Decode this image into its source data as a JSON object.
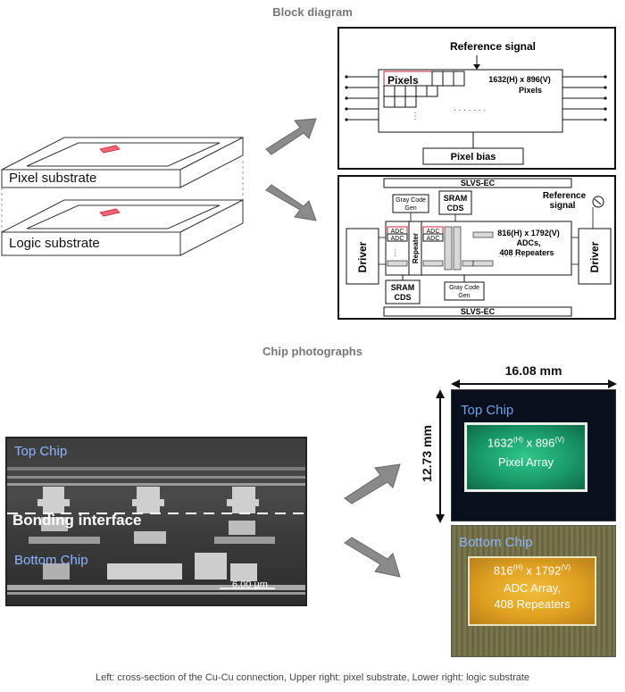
{
  "sections": {
    "block_diagram_title": "Block diagram",
    "chip_photographs_title": "Chip photographs"
  },
  "layers": {
    "pixel_substrate": "Pixel substrate",
    "logic_substrate": "Logic substrate"
  },
  "pixel_block": {
    "reference_signal": "Reference signal",
    "pixels_label": "Pixels",
    "array_size": "1632(H) x 896(V)",
    "array_unit": "Pixels",
    "pixel_bias": "Pixel bias"
  },
  "logic_block": {
    "slvs_top": "SLVS-EC",
    "slvs_bottom": "SLVS-EC",
    "gray_code_gen": "Gray Code\nGen",
    "gray_code_gen_line1": "Gray Code",
    "gray_code_gen_line2": "Gen",
    "sram_line1": "SRAM",
    "sram_line2": "CDS",
    "reference_signal_line1": "Reference",
    "reference_signal_line2": "signal",
    "driver": "Driver",
    "repeater": "Repeater",
    "adc": "ADC",
    "adc_size": "816(H) x 1792(V)",
    "adc_count": "ADCs,",
    "repeater_count": "408 Repeaters"
  },
  "cross_section": {
    "top_chip": "Top Chip",
    "bonding_interface": "Bonding interface",
    "bottom_chip": "Bottom Chip",
    "scale": "6.00 µm"
  },
  "chip_photo": {
    "width_dim": "16.08 mm",
    "height_dim": "12.73 mm",
    "top_chip": "Top Chip",
    "top_array_size_h": "1632",
    "top_array_size_v": "896",
    "top_array_label": "Pixel Array",
    "bottom_chip": "Bottom Chip",
    "bottom_array_size_h": "816",
    "bottom_array_size_v": "1792",
    "bottom_array_label1": "ADC Array,",
    "bottom_array_label2": "408 Repeaters",
    "sup_h": "(H)",
    "sup_v": "(V)",
    "times": " x "
  },
  "caption": "Left: cross-section of the Cu-Cu connection, Upper right: pixel substrate, Lower right: logic substrate",
  "colors": {
    "gray_arrow": "#8a8a8a",
    "top_chip_blue": "#6fa0e8",
    "pixel_array_green": "#1a9a6a",
    "adc_array_orange": "#e0a020"
  }
}
